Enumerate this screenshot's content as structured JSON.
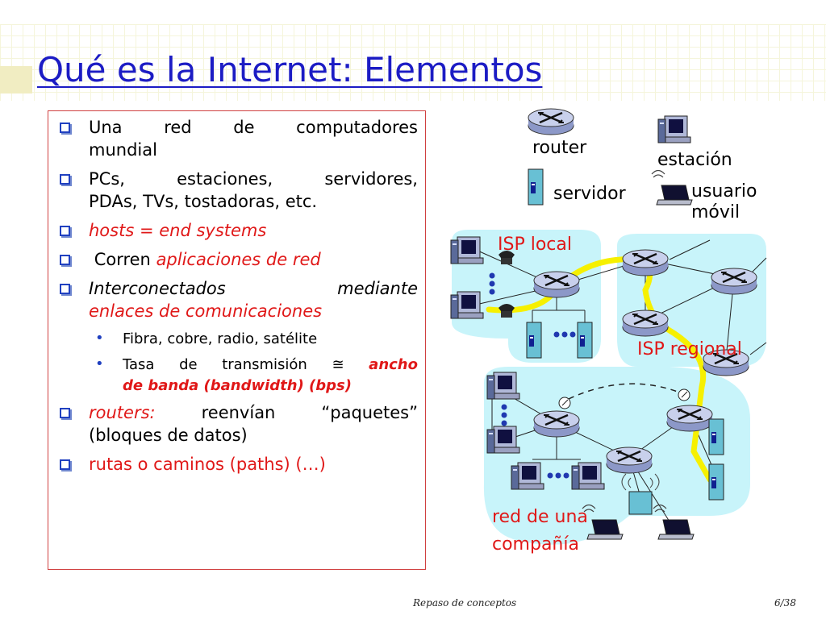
{
  "slide": {
    "title": "Qué es la Internet: Elementos",
    "footer_left": "Repaso de conceptos",
    "footer_right": "6/38"
  },
  "bullets": {
    "b1_words": [
      "Una",
      "red",
      "de",
      "computadores"
    ],
    "b1_line2": "mundial",
    "b2_words": [
      "PCs,",
      "estaciones,",
      "servidores,"
    ],
    "b2_line2": "PDAs, TVs, tostadoras, etc.",
    "b3": "hosts = end systems",
    "b4_prefix": "Corren",
    "b4_red": "aplicaciones de red",
    "b5_words": [
      "Interconectados",
      "mediante"
    ],
    "b5_line2": "enlaces de comunicaciones",
    "s1": "Fibra, cobre, radio, satélite",
    "s2_words": [
      "Tasa",
      "de",
      "transmisión",
      "≅"
    ],
    "s2_red1": "ancho",
    "s2_line2": "de banda (bandwidth) (bps)",
    "b6_red": "routers:",
    "b6_words": [
      "reenvían",
      "“paquetes”"
    ],
    "b6_line2": "(bloques de datos)",
    "b7": "rutas o caminos (paths) (…)"
  },
  "legend": {
    "router": "router",
    "estacion": "estación",
    "servidor": "servidor",
    "usuario1": "usuario",
    "usuario2": "móvil"
  },
  "diagram": {
    "isp_local": "ISP local",
    "isp_regional": "ISP regional",
    "red1": "red de una",
    "red2": "compañía"
  },
  "colors": {
    "title": "#1c1cc4",
    "red_text": "#e01818",
    "region_fill": "#c8f4fa",
    "path_yellow": "#f6f000",
    "box_border": "#d04040"
  }
}
